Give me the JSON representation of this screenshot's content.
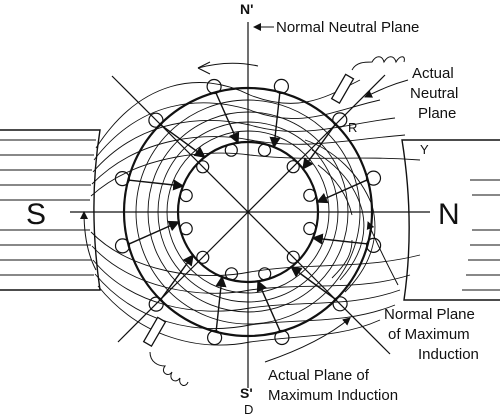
{
  "labels": {
    "top_pole": "N'",
    "bottom_pole": "S'",
    "bottom_letter": "D",
    "left_pole": "S",
    "right_pole": "N",
    "brush_r": "R",
    "pole_y": "Y",
    "normal_neutral": "Normal Neutral Plane",
    "actual_neutral_1": "Actual",
    "actual_neutral_2": "Neutral",
    "actual_neutral_3": "Plane",
    "normal_max_1": "Normal Plane",
    "normal_max_2": "of Maximum",
    "normal_max_3": "Induction",
    "actual_max_1": "Actual Plane of",
    "actual_max_2": "Maximum Induction"
  }
}
